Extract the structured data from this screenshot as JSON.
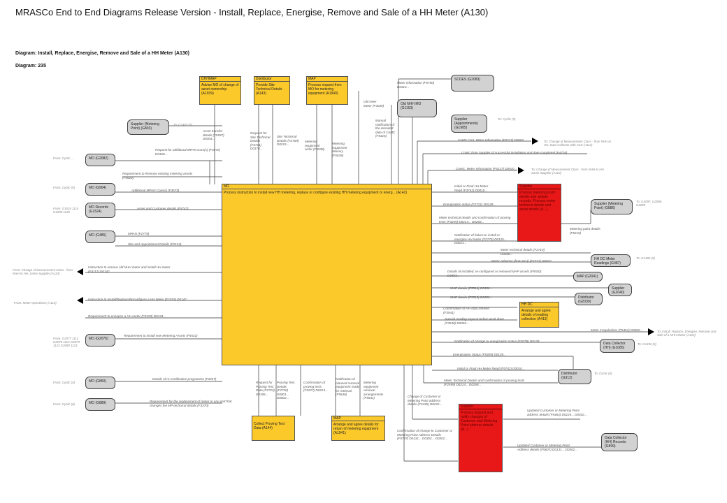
{
  "title": "MRASCo End to End Diagrams Release Version - Install, Replace, Energise, Remove and Sale of a HH Meter (A130)",
  "diagram_name": "Diagram: Install, Replace, Energise, Remove and Sale of a HH Meter (A130)",
  "diagram_number": "Diagram: 235",
  "main_process": {
    "role": "MO",
    "text": "Process instruction to install new HH metering, replace or configure existing HH metering equipment or energ... (A142)"
  },
  "process_boxes": [
    {
      "id": "p1",
      "role": "DHHMAP",
      "text": "Advise MO of change of asset ownership. (A1939)"
    },
    {
      "id": "p2",
      "role": "Distributor",
      "text": "Provide Site Technical Details (A143)"
    },
    {
      "id": "p3",
      "role": "MAP",
      "text": "Process request from MO for metering equipment (A1940)"
    },
    {
      "id": "p4",
      "role": "HH DC",
      "text": "Arrange and agree details of reading collection (A413)"
    },
    {
      "id": "p5",
      "role": "",
      "text": "Collect Proving Test Data (A144)"
    },
    {
      "id": "p6",
      "role": "MAP",
      "text": "Arrange and agree details for return of metering equipment (A1941)"
    }
  ],
  "red_boxes": [
    {
      "id": "r1",
      "role": "Supplier",
      "text": "Process metering point details and update records. Process meter technical details and asset details (A...)"
    },
    {
      "id": "r2",
      "role": "Supplier",
      "text": "Process request and notify changes of Customer and Metering Point address details (A...)"
    }
  ],
  "entities": [
    {
      "id": "e1",
      "text": "Supplier (Metering Point) (G803)"
    },
    {
      "id": "e2",
      "text": "MO (G2082)"
    },
    {
      "id": "e3",
      "text": "MO (G904)"
    },
    {
      "id": "e4",
      "text": "MO Records (G1524)"
    },
    {
      "id": "e5",
      "text": "MO (G485)"
    },
    {
      "id": "e6",
      "text": "MO (G2076)"
    },
    {
      "id": "e7",
      "text": "MO (G860)"
    },
    {
      "id": "e8",
      "text": "MO (G889)"
    },
    {
      "id": "e9",
      "text": "SCDES (G2083)"
    },
    {
      "id": "e10",
      "text": "Old NHH MO (G1153)"
    },
    {
      "id": "e11",
      "text": "Supplier (Appointments) (G1985)"
    },
    {
      "id": "e12",
      "text": "Supplier (Metering Point) (G886)"
    },
    {
      "id": "e13",
      "text": "HH DC Meter Readings (G487)"
    },
    {
      "id": "e14",
      "text": "MAP (G2041)"
    },
    {
      "id": "e15",
      "text": "Supplier (G2040)"
    },
    {
      "id": "e16",
      "text": "Distributor (G2039)"
    },
    {
      "id": "e17",
      "text": "Data Collector (HH) (G1085)"
    },
    {
      "id": "e18",
      "text": "Distributor (G312)"
    },
    {
      "id": "e19",
      "text": "Data Collector (HH) Records (G899)"
    }
  ],
  "flows_left": [
    "Request for additional MPAN Core(s) (F3572) D0168...",
    "Requirement to Remove existing metering assets (F5520)",
    "Additional MPAN Core(s) (F3573)",
    "Asset and Customer details (F5747)",
    "MPAN (F2779)",
    "Site and Appointment Details (F2124)",
    "Instruction to remove old NHH meter and install HH meter (F4112) D0142...",
    "Instruction to Install/Replace/Reconfigure a HH Meter (F2353) D0142...",
    "Requirement to energise a HH meter (F2228) D0134...",
    "Requirement to install new Metering Assets (F5531)",
    "Details of re-certification programme (F3257)",
    "Requirement for the replacement of meter or any part that changes the MP technical details (F3370)"
  ],
  "flows_right": [
    "Meter information (F5750) D0312...",
    "CoMC CoS, Meter Information (F5217) D0002...",
    "CoMC from Supplier of successful installation and date completed (F4726)",
    "CoMC, Meter Information (F5217) D0010...",
    "Initial or Final HH Meter Read (F3742) D0010...",
    "Energisation status (F2721) D0139...",
    "Meter technical details and confirmation of proving tests (F3255) D0214... D0268...",
    "Notification of failure to install or energise HH meter (F2779) D0125... D0221...",
    "Meter technical details (F2719) D0268...",
    "Meter Advance (from DCI) (F2771) D0010...",
    "Details of installed, re-configured or removed MAP assets (F5530) D0303...",
    "MAP details (F5514) D0302...",
    "MAP details (F5515) D0302...",
    "Confirmation of HH data retrieve (F3941)",
    "Special reading request before work done (F3940) D0002...",
    "Meter Irregularities (F5461) D0002...",
    "Notification of change to energisation status (F3079) D0139...",
    "Energisation Status (F5309) D0139...",
    "Initial or Final HH Meter Read (F5742) D0010...",
    "Meter Technical Details and confirmation of proving tests (F2599) D0214... D0268...",
    "Metering point details (F5215)",
    "Updated Customer or Metering Point address details (F5463) D0225... D0302...",
    "Updated Customer or Metering Point Address details (F5607) D0131... D0302..."
  ],
  "flows_bottom": [
    "Request for Proving Test Data (F2722) D0195...",
    "Proving Test Details (F2720) D0001... D0002...",
    "Confirmation of proving tests (F2227) D0214...",
    "Notification of planned removal equipment ready for retrieval (F5540)",
    "Metering equipment removal arrangements (F5541)",
    "Change of Customer or Metering Point address details (F3435) D0222...",
    "Confirmation of change to Customer or Metering Point Address Details (F5737) D0131... D0302... D0302..."
  ],
  "flows_top": [
    "Asset transfer details (F5537) D0304...",
    "Request for Site Technical Details (F2721) D0170...",
    "Site Technical Details (F2769) D0215...",
    "Metering equipment order (F5538)",
    "Metering equipment delivery (F5539)",
    "Old NHH Meter (F4039)",
    "Manual notification of the intended date of CoMC (F5315)"
  ],
  "refs": [
    "From: Cyclic ...",
    "From: Cyclic (5)",
    "From: G1524 1114 G1598 1120",
    "From: Change of Measurement Class - from NHH to HH, Same Supplier (A110)",
    "From: Meter Operations (A115)",
    "From: G2077 1112 G2078 1112 G2079 1123 G2080 1123",
    "From: Cyclic (4)",
    "From: Cyclic (6)",
    "To: G1452 (5)",
    "To: Cyclic (5)",
    "To: Change of Measurement Class - from NHH to HH, Data Collector with CoS (A112)",
    "To: Change of Measurement Class - from NHH to HH, Same Supplier (A110)",
    "To: G2097, G2098, G2099",
    "To: G1482 (5)",
    "To: Install, Replace, Energise, Remove and Sale of a NHH Meter (A120)",
    "To: G1492 (4)",
    "To: Cyclic (5)"
  ]
}
